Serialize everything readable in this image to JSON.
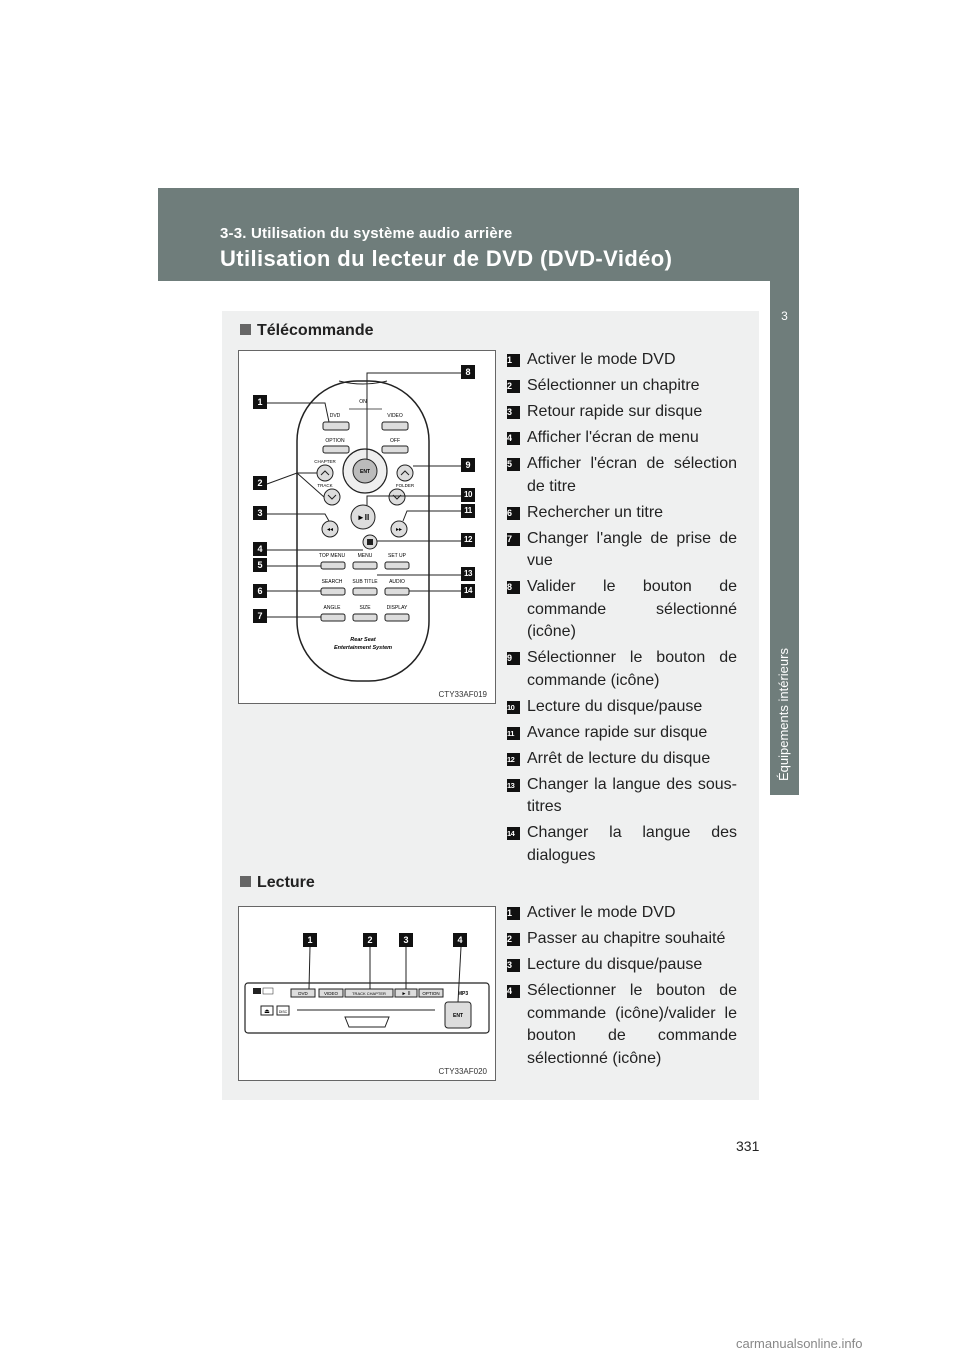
{
  "header": {
    "section": "3-3. Utilisation du système audio arrière",
    "title": "Utilisation du lecteur de DVD (DVD-Vidéo)"
  },
  "side_tab": {
    "number": "3",
    "label": "Équipements intérieurs"
  },
  "remote_section": {
    "heading": "Télécommande",
    "figure": {
      "code": "CTY33AF019",
      "labels": {
        "on": "ON",
        "dvd": "DVD",
        "video": "VIDEO",
        "option": "OPTION",
        "off": "OFF",
        "chapter": "CHAPTER",
        "track": "TRACK",
        "folder": "FOLDER",
        "ent": "ENT",
        "top_menu": "TOP MENU",
        "menu": "MENU",
        "set_up": "SET  UP",
        "search": "SEARCH",
        "sub_title": "SUB TITLE",
        "audio": "AUDIO",
        "angle": "ANGLE",
        "size": "SIZE",
        "display": "DISPLAY",
        "brand_1": "Rear Seat",
        "brand_2": "Entertainment System"
      },
      "callouts": [
        "1",
        "2",
        "3",
        "4",
        "5",
        "6",
        "7",
        "8",
        "9",
        "10",
        "11",
        "12",
        "13",
        "14"
      ]
    },
    "items": [
      {
        "n": "1",
        "text": "Activer le mode DVD"
      },
      {
        "n": "2",
        "text": "Sélectionner un chapitre"
      },
      {
        "n": "3",
        "text": "Retour rapide sur disque"
      },
      {
        "n": "4",
        "text": "Afficher l'écran de menu"
      },
      {
        "n": "5",
        "text": "Afficher l'écran de sélection de titre"
      },
      {
        "n": "6",
        "text": "Rechercher un titre"
      },
      {
        "n": "7",
        "text": "Changer l'angle de prise de vue"
      },
      {
        "n": "8",
        "text": "Valider le bouton de commande sélectionné (icône)"
      },
      {
        "n": "9",
        "text": "Sélectionner le bouton de commande (icône)"
      },
      {
        "n": "10",
        "text": "Lecture du disque/pause"
      },
      {
        "n": "11",
        "text": "Avance rapide sur disque"
      },
      {
        "n": "12",
        "text": "Arrêt de lecture du disque"
      },
      {
        "n": "13",
        "text": "Changer la langue des sous-titres"
      },
      {
        "n": "14",
        "text": "Changer la langue des dialogues"
      }
    ]
  },
  "play_section": {
    "heading": "Lecture",
    "figure": {
      "code": "CTY33AF020",
      "labels": {
        "dvd": "DVD",
        "video": "VIDEO",
        "track_chapter": "TRACK CHAPTER",
        "play": "► II",
        "option": "OPTION",
        "disc": "DISC",
        "ent": "ENT",
        "mp3": "MP3"
      },
      "callouts": [
        "1",
        "2",
        "3",
        "4"
      ]
    },
    "items": [
      {
        "n": "1",
        "text": "Activer le mode DVD"
      },
      {
        "n": "2",
        "text": "Passer au chapitre souhaité"
      },
      {
        "n": "3",
        "text": "Lecture du disque/pause"
      },
      {
        "n": "4",
        "text": "Sélectionner le bouton de commande (icône)/valider le bouton de commande sélectionné (icône)"
      }
    ]
  },
  "page_number": "331",
  "watermark": "carmanualsonline.info"
}
